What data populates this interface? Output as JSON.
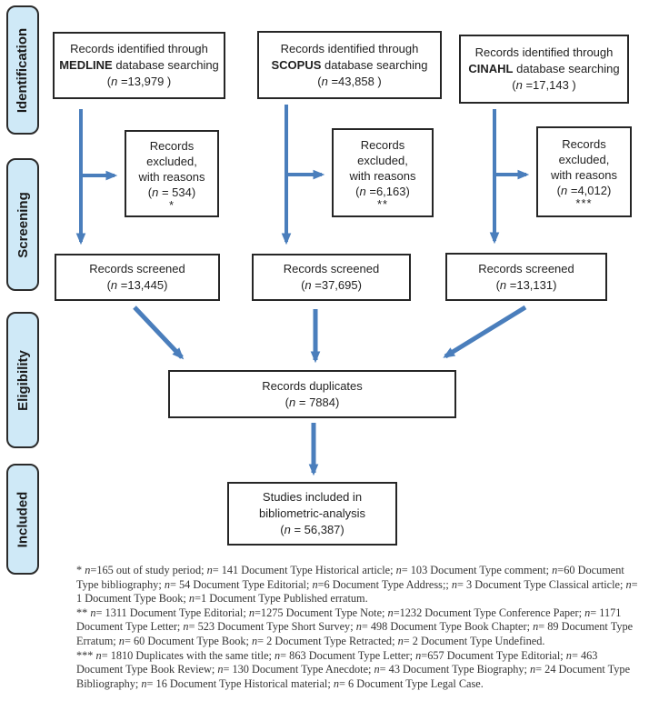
{
  "colors": {
    "arrow": "#4a7ebc",
    "stage_fill": "#cfe9f7",
    "box_border": "#262626"
  },
  "sidebar": {
    "stages": [
      {
        "label": "Identification"
      },
      {
        "label": "Screening"
      },
      {
        "label": "Eligibility"
      },
      {
        "label": "Included"
      }
    ]
  },
  "boxes": {
    "medline": {
      "line1": "Records identified through",
      "db": "MEDLINE",
      "line2_rest": " database searching",
      "stat": "(n =13,979 )"
    },
    "scopus": {
      "line1": "Records identified through",
      "db": "SCOPUS",
      "line2_rest": " database searching",
      "stat": "(n =43,858 )"
    },
    "cinahl": {
      "line1": "Records identified through",
      "db": "CINAHL",
      "line2_rest": " database searching",
      "stat": "(n =17,143 )"
    },
    "excluded_medline": {
      "line1": "Records",
      "line2": "excluded,",
      "line3": "with reasons",
      "stat": "(n = 534)",
      "marker": "*"
    },
    "excluded_scopus": {
      "line1": "Records",
      "line2": "excluded,",
      "line3": "with reasons",
      "stat": "(n =6,163)",
      "marker": "**"
    },
    "excluded_cinahl": {
      "line1": "Records",
      "line2": "excluded,",
      "line3": "with reasons",
      "stat": "(n =4,012)",
      "marker": "***"
    },
    "screened_medline": {
      "line1": "Records screened",
      "stat": "(n =13,445)"
    },
    "screened_scopus": {
      "line1": "Records screened",
      "stat": "(n =37,695)"
    },
    "screened_cinahl": {
      "line1": "Records screened",
      "stat": "(n =13,131)"
    },
    "duplicates": {
      "line1": "Records duplicates",
      "stat": "(n = 7884)"
    },
    "included": {
      "line1": "Studies included in",
      "line2": "bibliometric-analysis",
      "stat": "(n = 56,387)"
    }
  },
  "footnotes": [
    {
      "text": "* n=165 out of study period; n= 141 Document Type Historical article; n= 103 Document Type comment; n=60 Document Type bibliography; n= 54 Document Type Editorial; n=6 Document Type Address;; n= 3 Document Type Classical article; n= 1 Document Type Book; n=1 Document Type Published erratum."
    },
    {
      "text": "** n= 1311 Document Type Editorial; n=1275 Document Type Note; n=1232 Document Type Conference Paper; n= 1171 Document Type Letter; n= 523 Document Type Short Survey; n= 498 Document Type Book Chapter; n= 89 Document Type Erratum; n= 60 Document Type Book; n= 2 Document Type Retracted; n= 2 Document Type Undefined."
    },
    {
      "text": "*** n= 1810 Duplicates with the same title; n= 863 Document Type Letter; n=657 Document Type Editorial; n= 463 Document Type Book Review; n= 130 Document Type Anecdote; n= 43 Document Type Biography; n= 24 Document Type Bibliography; n= 16 Document Type Historical material; n= 6 Document Type Legal Case."
    }
  ]
}
